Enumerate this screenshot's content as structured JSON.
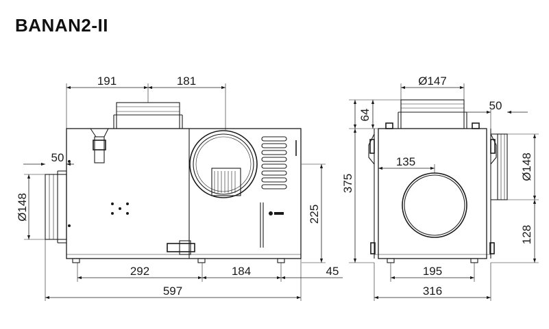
{
  "title": "BANAN2-II",
  "side_view": {
    "dim_top_left": "191",
    "dim_top_right": "181",
    "dim_outlet_offset": "50",
    "dim_outlet_diameter": "Ø148",
    "dim_height": "225",
    "dim_bottom_left": "292",
    "dim_bottom_mid": "184",
    "dim_bottom_right": "45",
    "dim_total_width": "597"
  },
  "front_view": {
    "dim_top_diameter": "Ø147",
    "dim_top_height": "64",
    "dim_side_offset": "50",
    "dim_side_diameter": "Ø148",
    "dim_total_height": "375",
    "dim_inner_offset": "135",
    "dim_side_bottom": "128",
    "dim_bottom_inner": "195",
    "dim_total_width": "316"
  }
}
